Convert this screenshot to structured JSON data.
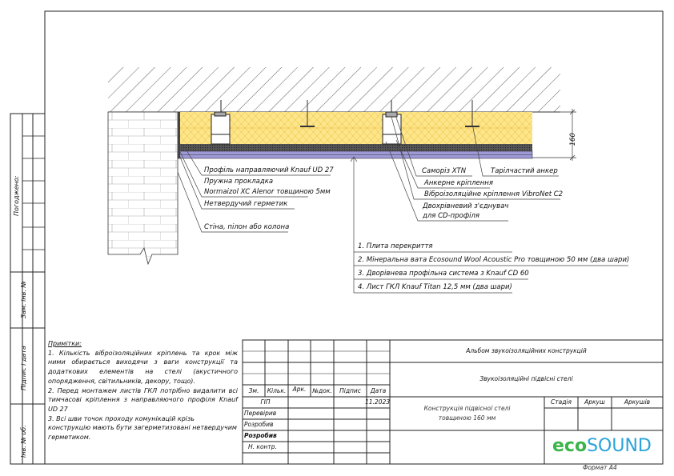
{
  "drawing": {
    "dimension": "160",
    "left_labels": [
      "Профіль направляючий Knauf UD 27",
      "Пружна прокладка",
      "Normaizol XC Alenor товщиною 5мм",
      "Нетвердучий герметик",
      "Стіна, пілон або колона"
    ],
    "right_labels": [
      "Саморіз XTN",
      "Анкерне кріплення",
      "Віброізоляційне кріплення VibroNet C2",
      "Двохрівневий з'єднувач",
      "для CD-профіля"
    ],
    "anchor_label": "Тарілчастий анкер",
    "layers": [
      "1. Плита перекриття",
      "2. Мінеральна вата Ecosound Wool Acoustic Pro товщиною 50 мм (два шари)",
      "3. Дворівнева профільна система з Knauf CD 60",
      "4. Лист ГКЛ Knauf Titan 12,5 мм (два шари)"
    ],
    "colors": {
      "insulation": "#fde68a",
      "membrane": "#3a3a3a",
      "gypsum": "#9e9ad8"
    }
  },
  "side_stamp": {
    "agreed": "Погоджено:",
    "replace_inv": "Зам. інв. №",
    "sign_date": "Підпис і дата",
    "inv_no": "Інв. № об."
  },
  "notes": {
    "title": "Примітки:",
    "items": [
      "1. Кількість віброізоляційних кріплень та крок між ними обирається виходячи з ваги конструкції та додаткових елементів на стелі (акустичного опорядження, світильників, декору, тощо).",
      "2. Перед монтажем листів ГКЛ потрібно видалити всі тимчасові кріплення з направляючого профіля Knauf UD 27",
      "3. Всі шви точок проходу комунікацій крізь конструкцію мають бути загерметизовані нетвердучим герметиком."
    ]
  },
  "title_block": {
    "headers": [
      "Зм.",
      "Кільк.",
      "Арк.",
      "№док.",
      "Підпис",
      "Дата"
    ],
    "roles": [
      "ГІП",
      "Перевірив",
      "Розробив",
      "Розробив",
      "Н. контр."
    ],
    "date": "11.2023",
    "album": "Альбом звукоізоляційних конструкцій",
    "section": "Звукоізоляційні підвісні стелі",
    "sheet_title_1": "Конструкція підвісної стелі",
    "sheet_title_2": "товщиною 160 мм",
    "stage": "Стадія",
    "sheet": "Аркуш",
    "sheets": "Аркушів",
    "logo_eco": "eco",
    "logo_sound": "SOUND",
    "format": "Формат А4",
    "colors": {
      "eco": "#3bb54a",
      "sound": "#2aa3dc"
    }
  }
}
